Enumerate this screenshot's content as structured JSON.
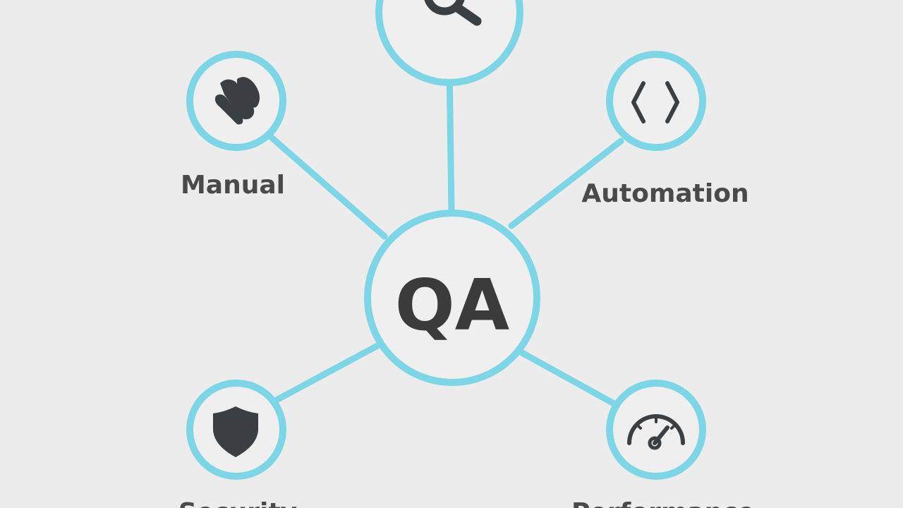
{
  "center": {
    "label": "QA"
  },
  "nodes": {
    "top": {
      "label": "",
      "icon": "search-icon"
    },
    "manual": {
      "label": "Manual",
      "icon": "hand-icon"
    },
    "automation": {
      "label": "Automation",
      "icon": "code-brackets-icon"
    },
    "security": {
      "label": "Security",
      "icon": "shield-icon"
    },
    "performance": {
      "label": "Performance",
      "icon": "speedometer-icon"
    }
  },
  "colors": {
    "accent": "#7dd6e6",
    "background": "#ececec",
    "node_fill": "#efefef",
    "text": "#4a4a4a",
    "icon": "#3a3f44"
  }
}
